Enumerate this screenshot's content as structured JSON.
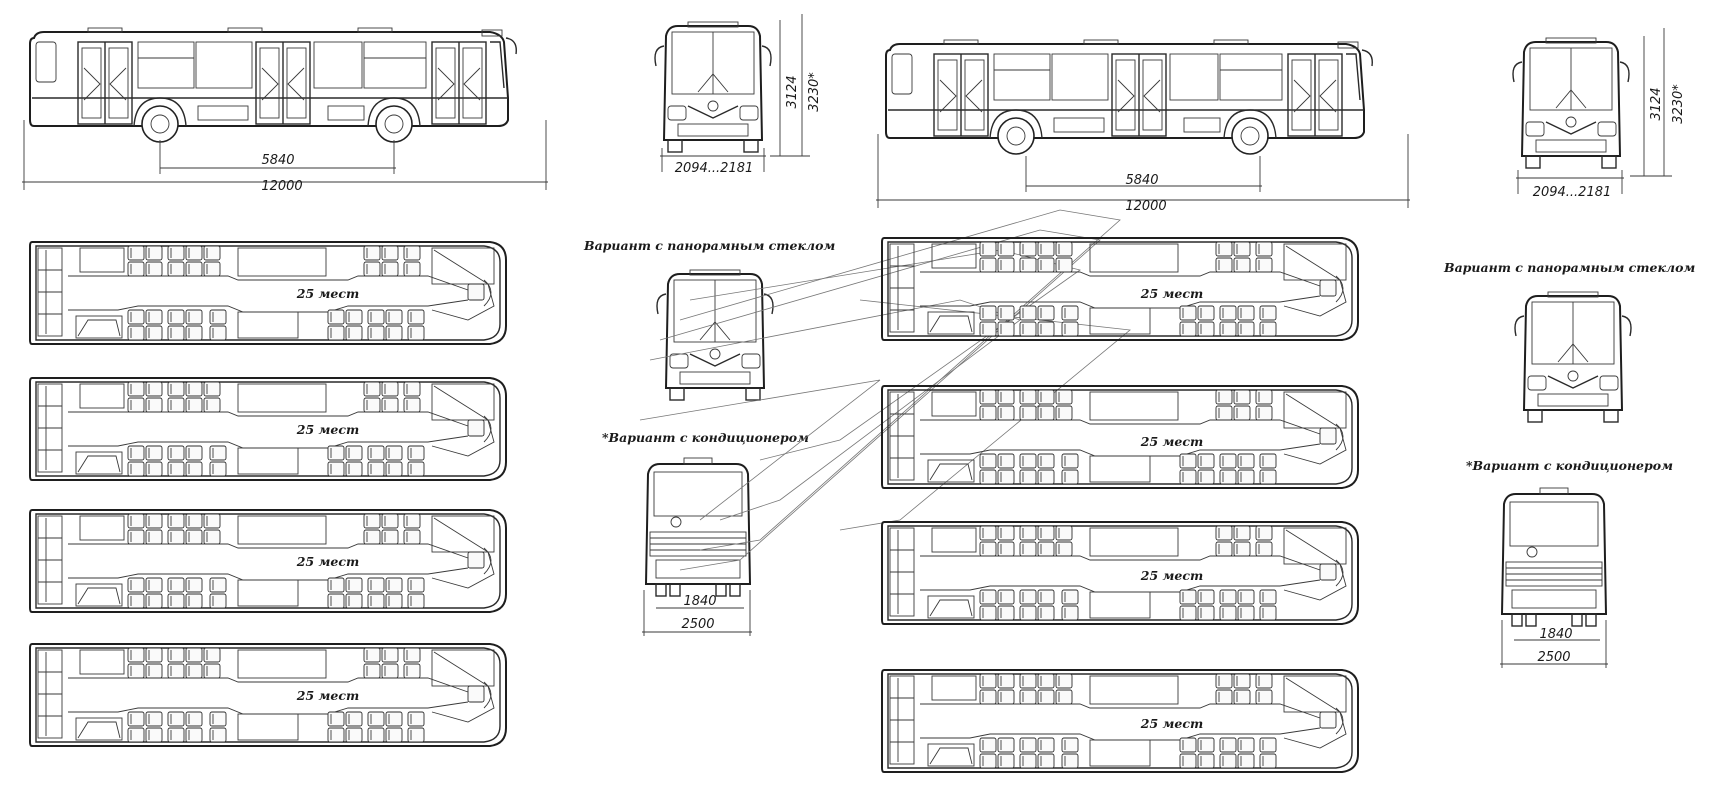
{
  "labels": {
    "length": "12000",
    "wheelbase": "5840",
    "height": "3124",
    "height_ac": "3230*",
    "track_width": "2094...2181",
    "track_ac": "1840",
    "width_ac": "2500",
    "seats": "25 мест",
    "panoramic": "Вариант с панорамным стеклом",
    "aircon": "*Вариант с кондиционером"
  },
  "left_set": {
    "plan_count": 4
  },
  "right_set": {
    "plan_count": 4
  }
}
